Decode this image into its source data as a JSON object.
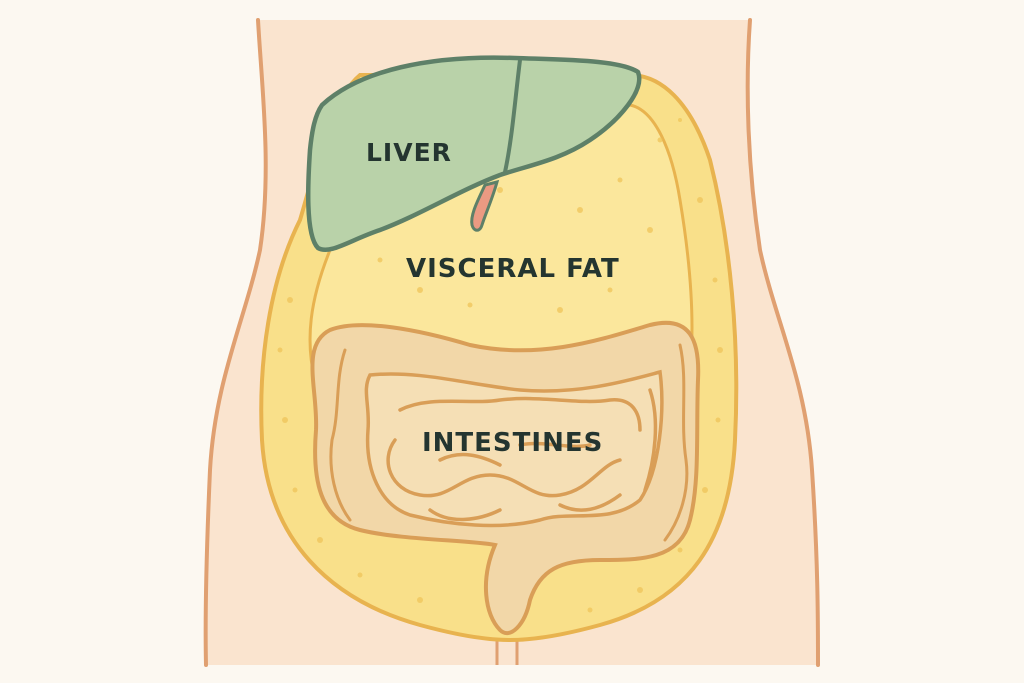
{
  "diagram": {
    "type": "anatomical-illustration",
    "subject": "abdomen cross-section showing visceral fat",
    "labels": {
      "liver": "LIVER",
      "visceral_fat": "VISCERAL FAT",
      "intestines": "INTESTINES"
    },
    "colors": {
      "background": "#fcf8f1",
      "body_fill": "#fae4cf",
      "body_outline": "#e0a071",
      "fat_fill": "#f9e08a",
      "fat_outline": "#e8b34f",
      "liver_fill": "#b9d2a9",
      "liver_outline": "#5e8068",
      "gallbladder": "#eb9a82",
      "intestine_fill": "#f2d7a8",
      "intestine_outline": "#d99e57",
      "text": "#243530"
    }
  }
}
